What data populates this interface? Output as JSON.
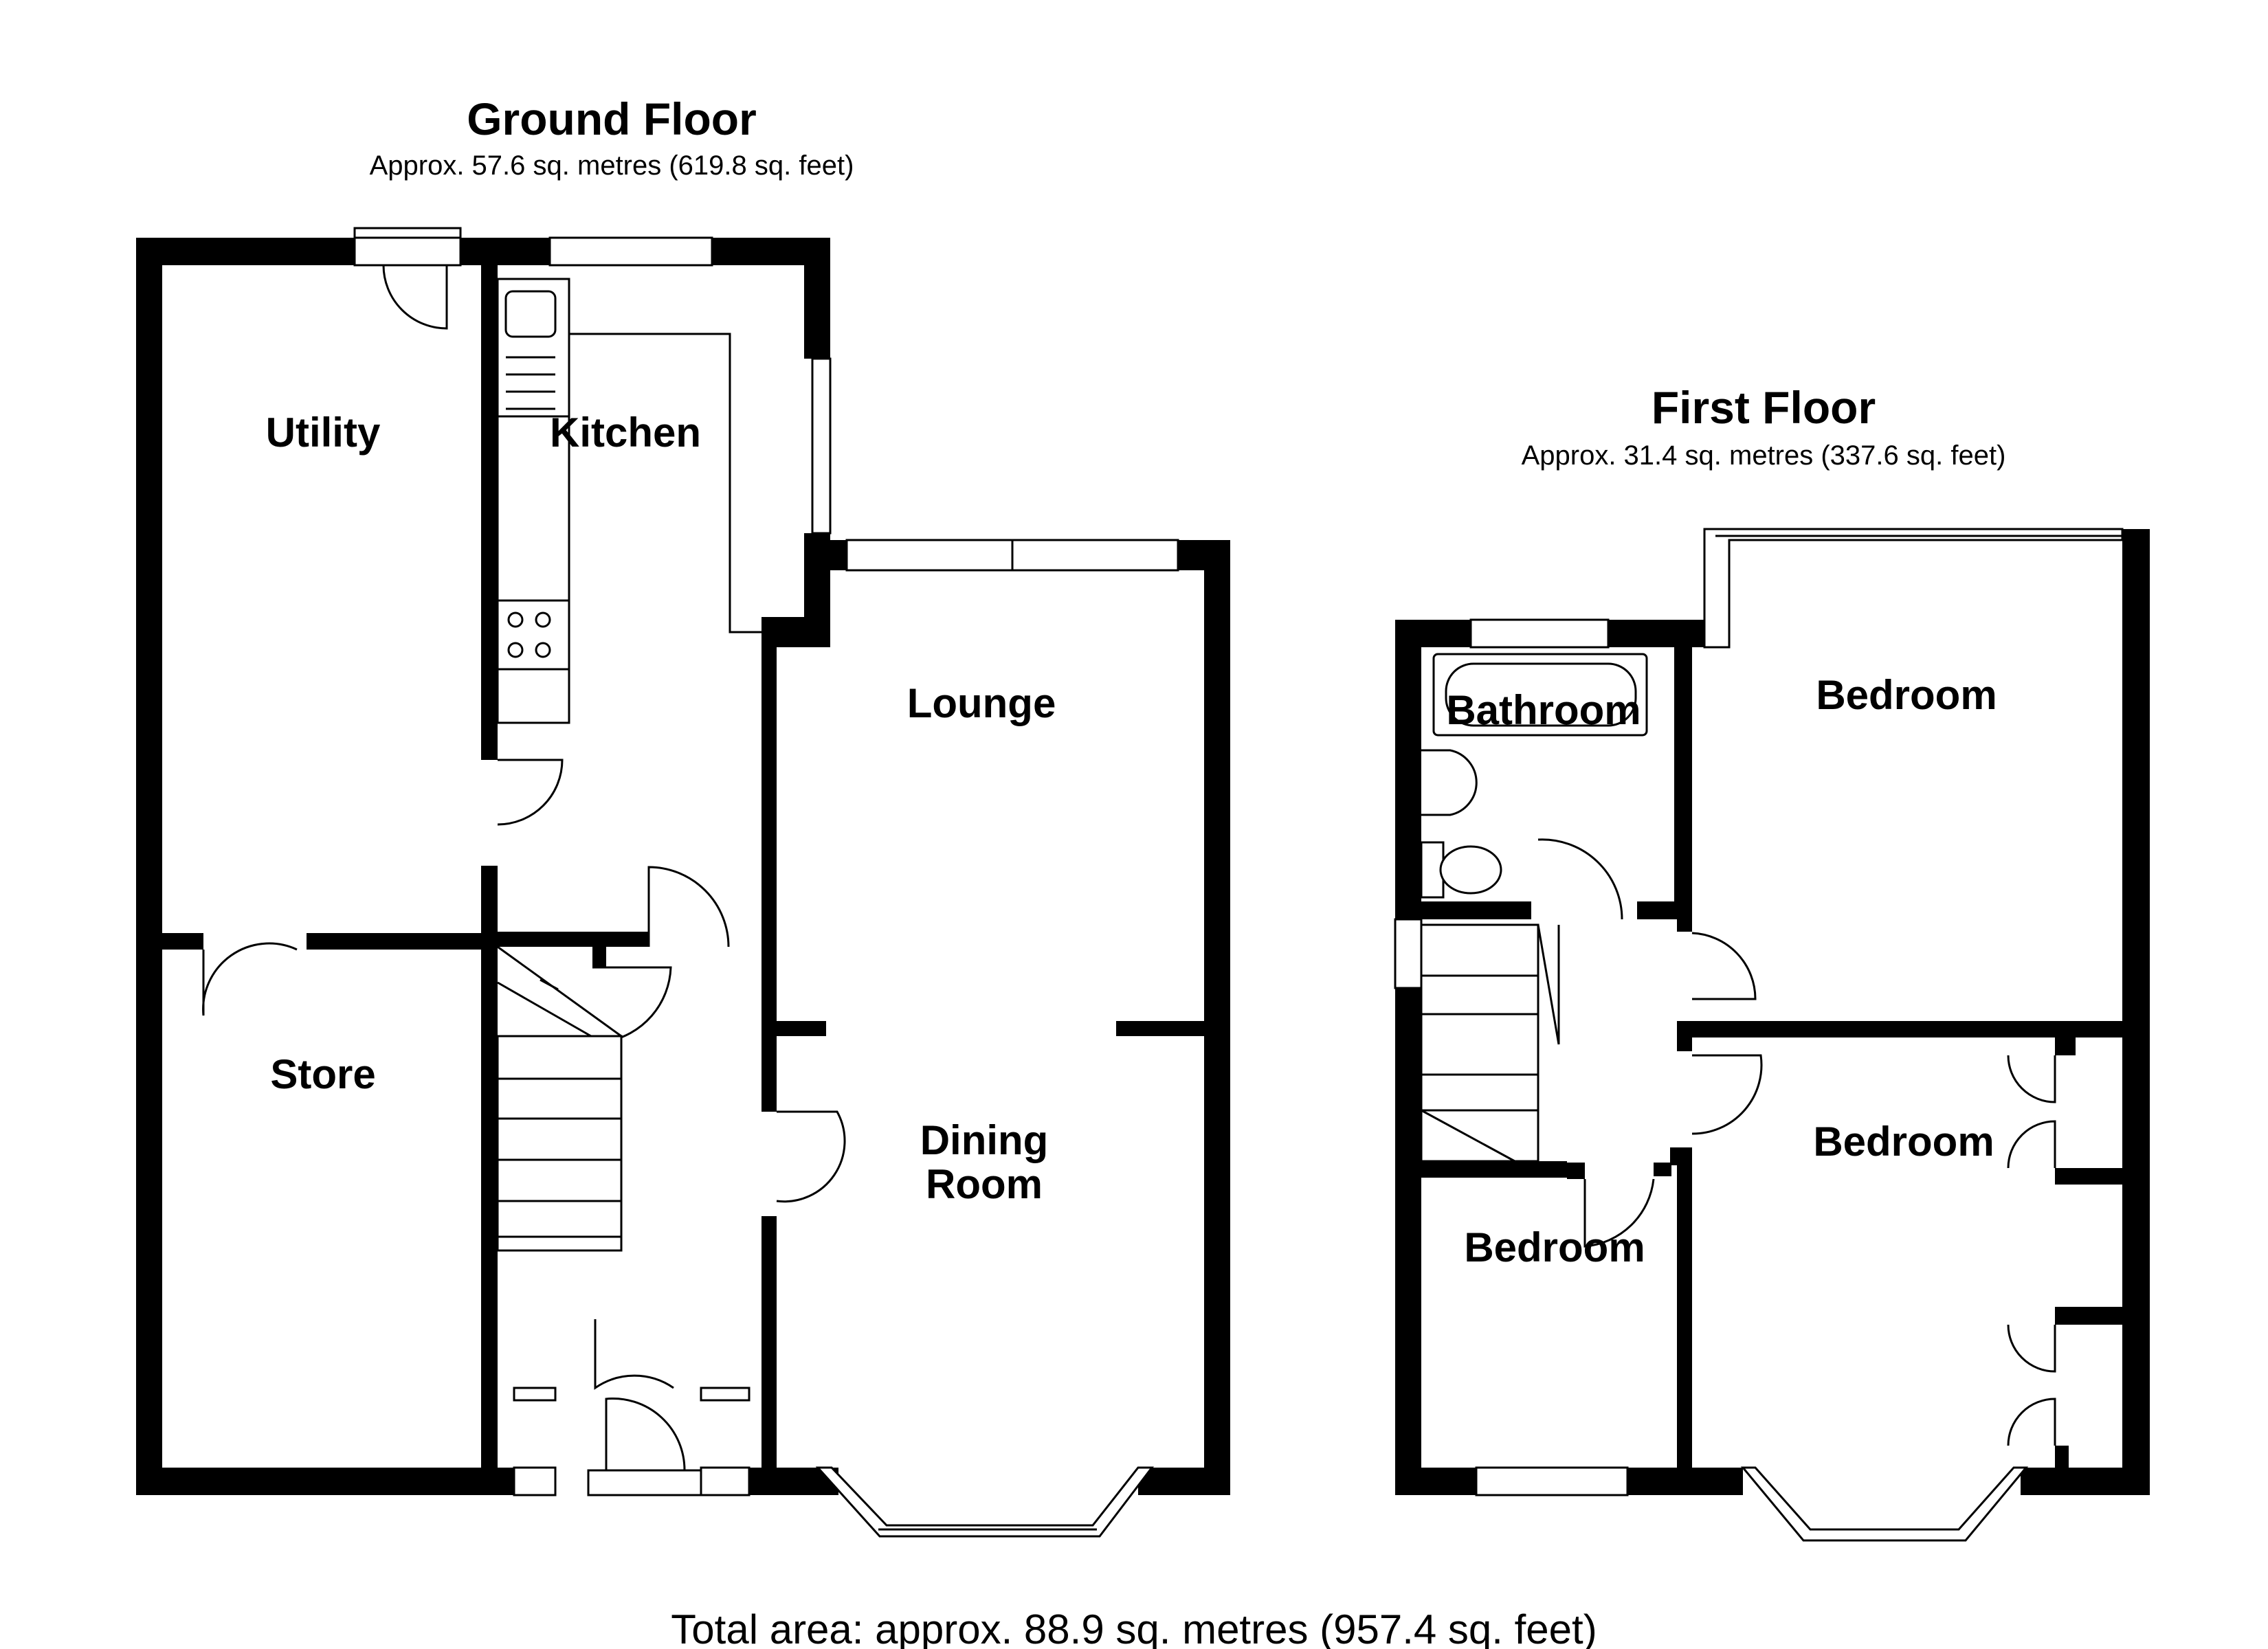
{
  "ground_floor": {
    "title": "Ground Floor",
    "area": "Approx. 57.6 sq. metres (619.8 sq. feet)",
    "rooms": {
      "utility": "Utility",
      "kitchen": "Kitchen",
      "store": "Store",
      "lounge": "Lounge",
      "dining_line1": "Dining",
      "dining_line2": "Room"
    }
  },
  "first_floor": {
    "title": "First Floor",
    "area": "Approx. 31.4 sq. metres (337.6 sq. feet)",
    "rooms": {
      "bathroom": "Bathroom",
      "bedroom_1": "Bedroom",
      "bedroom_2": "Bedroom",
      "bedroom_3": "Bedroom"
    }
  },
  "total_area": "Total area: approx. 88.9 sq. metres (957.4 sq. feet)"
}
